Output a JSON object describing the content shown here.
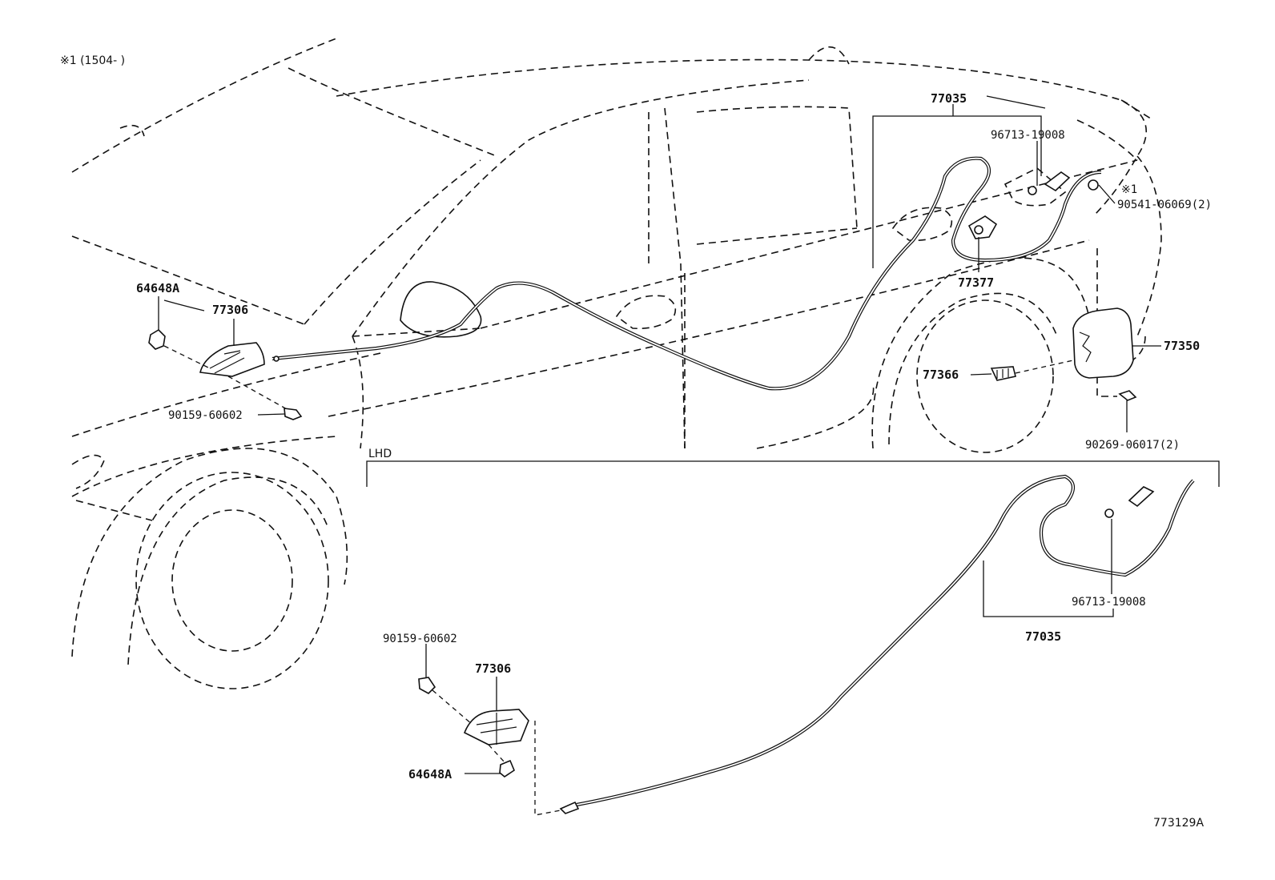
{
  "diagram": {
    "note_top": "※1 (1504-     )",
    "section_label": "LHD",
    "figure_id": "773129A",
    "parts": {
      "p77035_top": "77035",
      "p96713_top": "96713-19008",
      "mark_x1": "※1",
      "p90541": "90541-06069(2)",
      "p77377": "77377",
      "p77350": "77350",
      "p77366": "77366",
      "p90269": "90269-06017(2)",
      "p64648a_top": "64648A",
      "p77306_top": "77306",
      "p90159_top": "90159-60602",
      "p96713_lhd": "96713-19008",
      "p77035_lhd": "77035",
      "p90159_lhd": "90159-60602",
      "p77306_lhd": "77306",
      "p64648a_lhd": "64648A"
    }
  }
}
